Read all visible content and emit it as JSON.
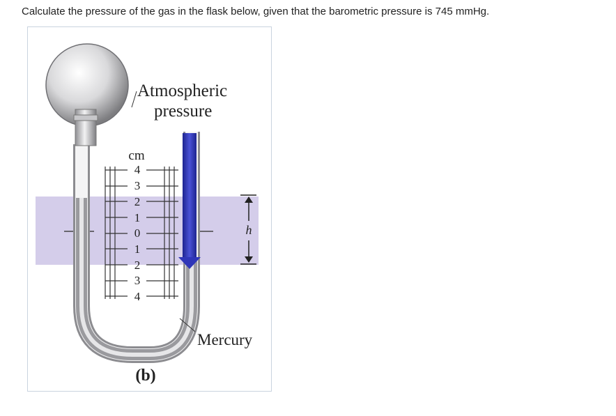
{
  "question": {
    "text": "Calculate the pressure of the gas in the flask below, given that the barometric pressure is 745 mmHg."
  },
  "figure": {
    "label_atmospheric_line1": "Atmospheric",
    "label_atmospheric_line2": "pressure",
    "scale_unit": "cm",
    "scale_ticks": [
      "4",
      "3",
      "2",
      "1",
      "0",
      "1",
      "2",
      "3",
      "4"
    ],
    "height_label": "h",
    "mercury_label": "Mercury",
    "caption": "(b)"
  },
  "colors": {
    "band": "#d4cdea",
    "arrow": "#2f36b8",
    "tube": "#b9b9bd"
  }
}
